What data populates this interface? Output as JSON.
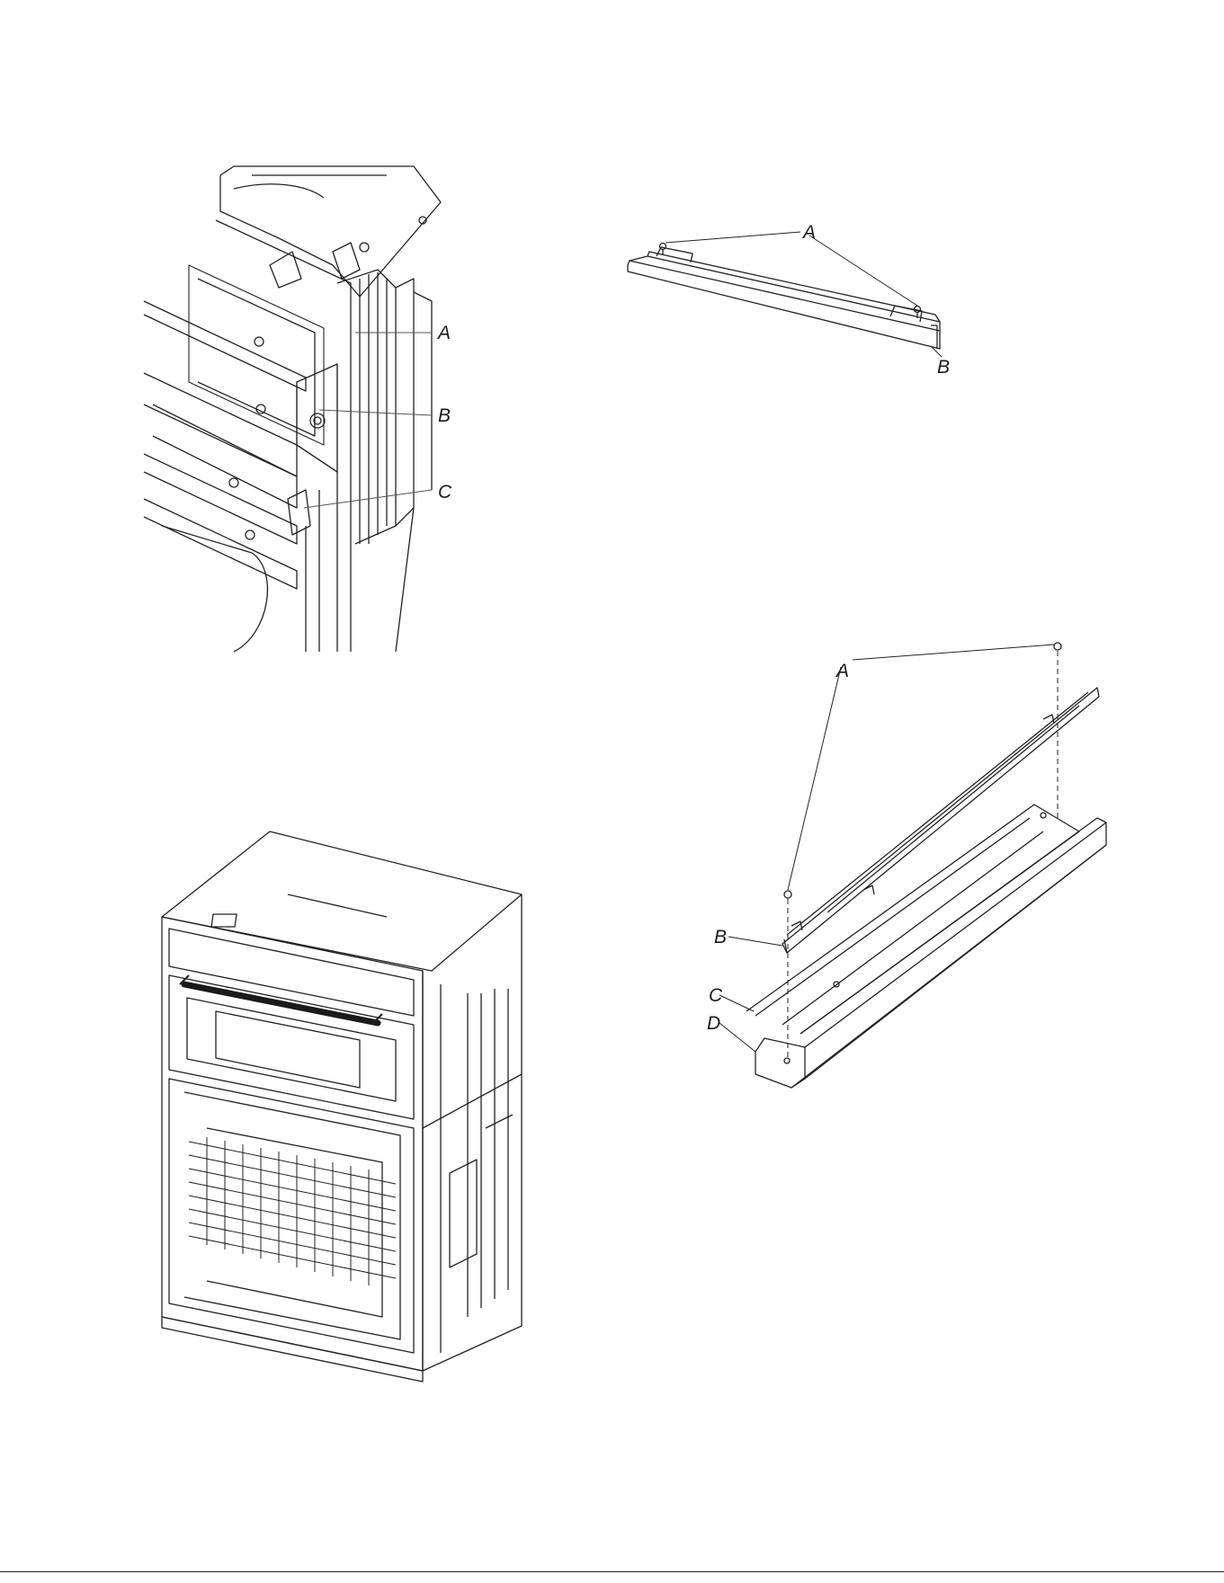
{
  "figures": {
    "side_bracket": {
      "callouts": {
        "a": "A",
        "b": "B",
        "c": "C"
      }
    },
    "trim_strip": {
      "callouts": {
        "a": "A",
        "b": "B"
      }
    },
    "bottom_rail": {
      "callouts": {
        "a": "A",
        "b": "B",
        "c": "C",
        "d": "D"
      }
    },
    "oven_unit": {}
  },
  "colors": {
    "line": "#222222",
    "leader": "#555555",
    "handle": "#1a1a1a"
  }
}
